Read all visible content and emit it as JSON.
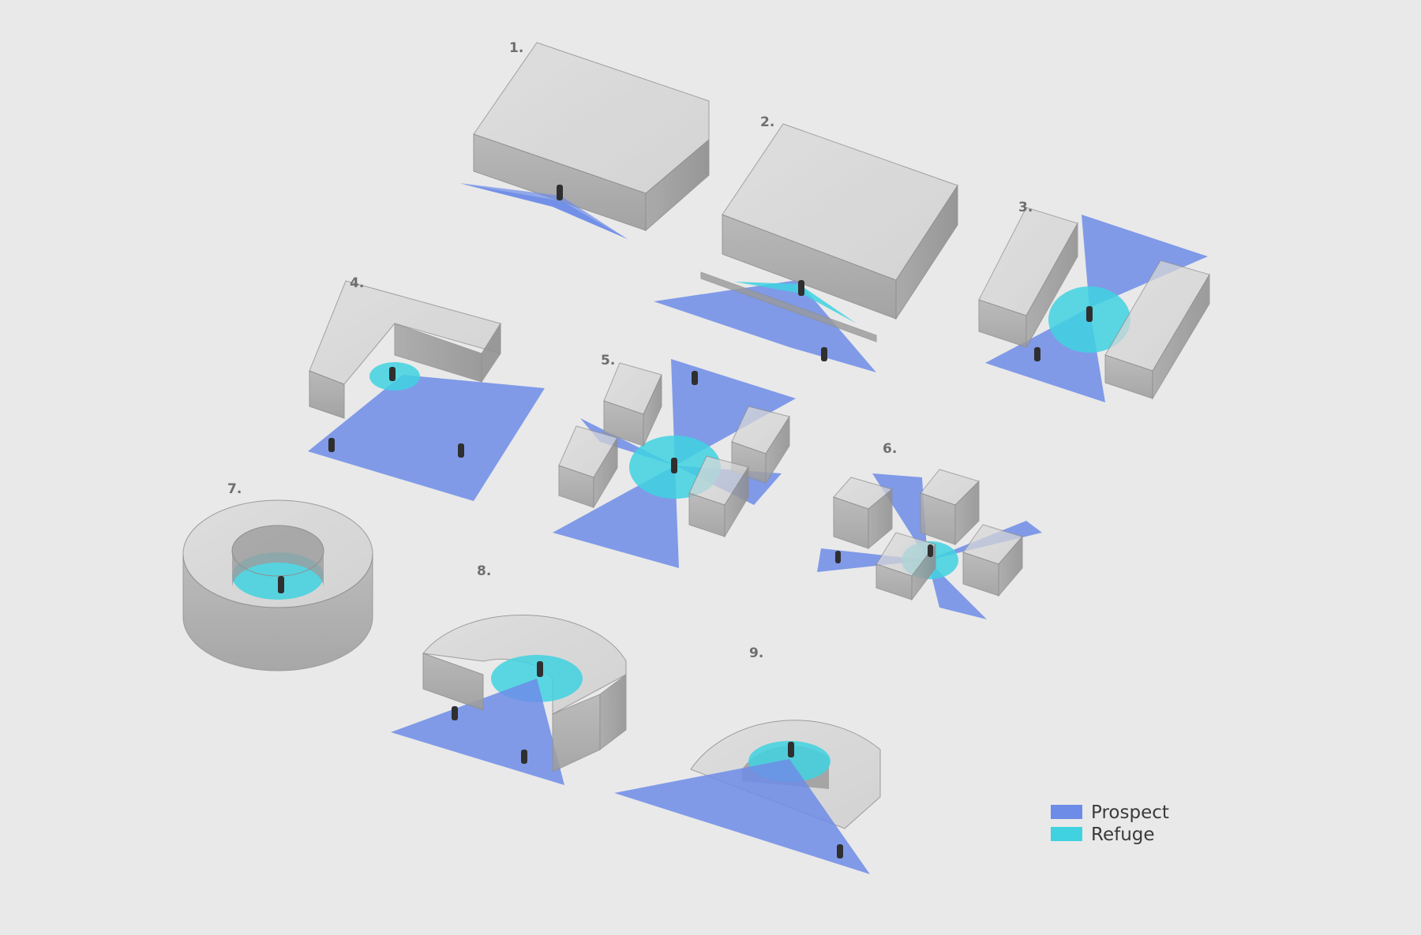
{
  "diagram_labels": [
    "1.",
    "2.",
    "3.",
    "4.",
    "5.",
    "6.",
    "7.",
    "8.",
    "9."
  ],
  "legend": {
    "prospect_label": "Prospect",
    "refuge_label": "Refuge",
    "prospect_color": "#6d8ce8",
    "refuge_color": "#40d2e0"
  },
  "colors": {
    "background": "#e9e9e9",
    "block_top": "#d6d6d6",
    "block_front": "#aaaaaa",
    "block_side": "#9a9a9a",
    "person": "#2f2f2f"
  }
}
